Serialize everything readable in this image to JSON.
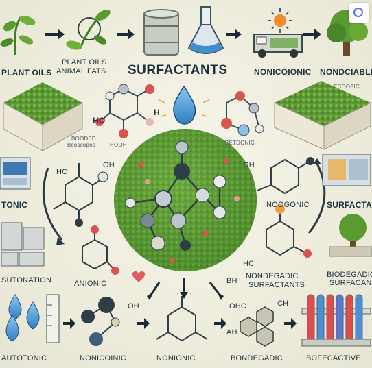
{
  "labels": {
    "plant_oils": "PLANT OILS",
    "plant_oils_animal_fats_1": "PLANT OILS",
    "plant_oils_animal_fats_2": "ANIMAL FATS",
    "surfactants_title": "SURFACTANTS",
    "nonionic_top": "NONICOIONIC",
    "nondegradable_top": "NONDCIABLE",
    "ho_top": "HO",
    "h_top": "H",
    "sodium_small_1": "BOODED",
    "sodium_small_2": "Bcoscopos",
    "ho_small": "HOOH",
    "bentonic": "BETDONIC",
    "ecoofic": "ECOOFIC",
    "cationic_left": "TONIC",
    "hc_left": "HC",
    "oh_left": "OH",
    "oh_right": "OH",
    "nonionic_mid": "NOOGONIC",
    "surfactant_right": "SURFACTAN",
    "automation": "SUTONATION",
    "anionic": "ANIONIC",
    "hc_mid": "HC",
    "nondegadic_1": "NONDEGADIC",
    "nondegadic_2": "SURFACTANTS",
    "biodegradable_1": "BIODEGADIC",
    "biodegradable_2": "SURFACAN",
    "bh_mid": "BH",
    "oh_bottom": "OH",
    "ohc_bottom": "OHC",
    "ch_bottom": "CH",
    "ah_bottom": "AH",
    "autotonic": "AUTOTONIC",
    "nonicoinic_bottom": "NONICOINIC",
    "nonionic_bottom": "NONIONIC",
    "bondegadic": "BONDEGADIC",
    "bofecative": "BOFECACTIVE"
  },
  "colors": {
    "accent_green": "#4a8f2c",
    "water_blue": "#3b8fd4",
    "molecule_red": "#d9534f",
    "molecule_gray": "#7b8a96",
    "ink": "#1e3340"
  },
  "icons": [
    "plant-sprout-icon",
    "plant-cutting-icon",
    "oil-barrel-icon",
    "flask-icon",
    "truck-icon",
    "tree-icon",
    "water-drop-icon",
    "beaker-icon",
    "test-tubes-icon",
    "heart-icon"
  ]
}
